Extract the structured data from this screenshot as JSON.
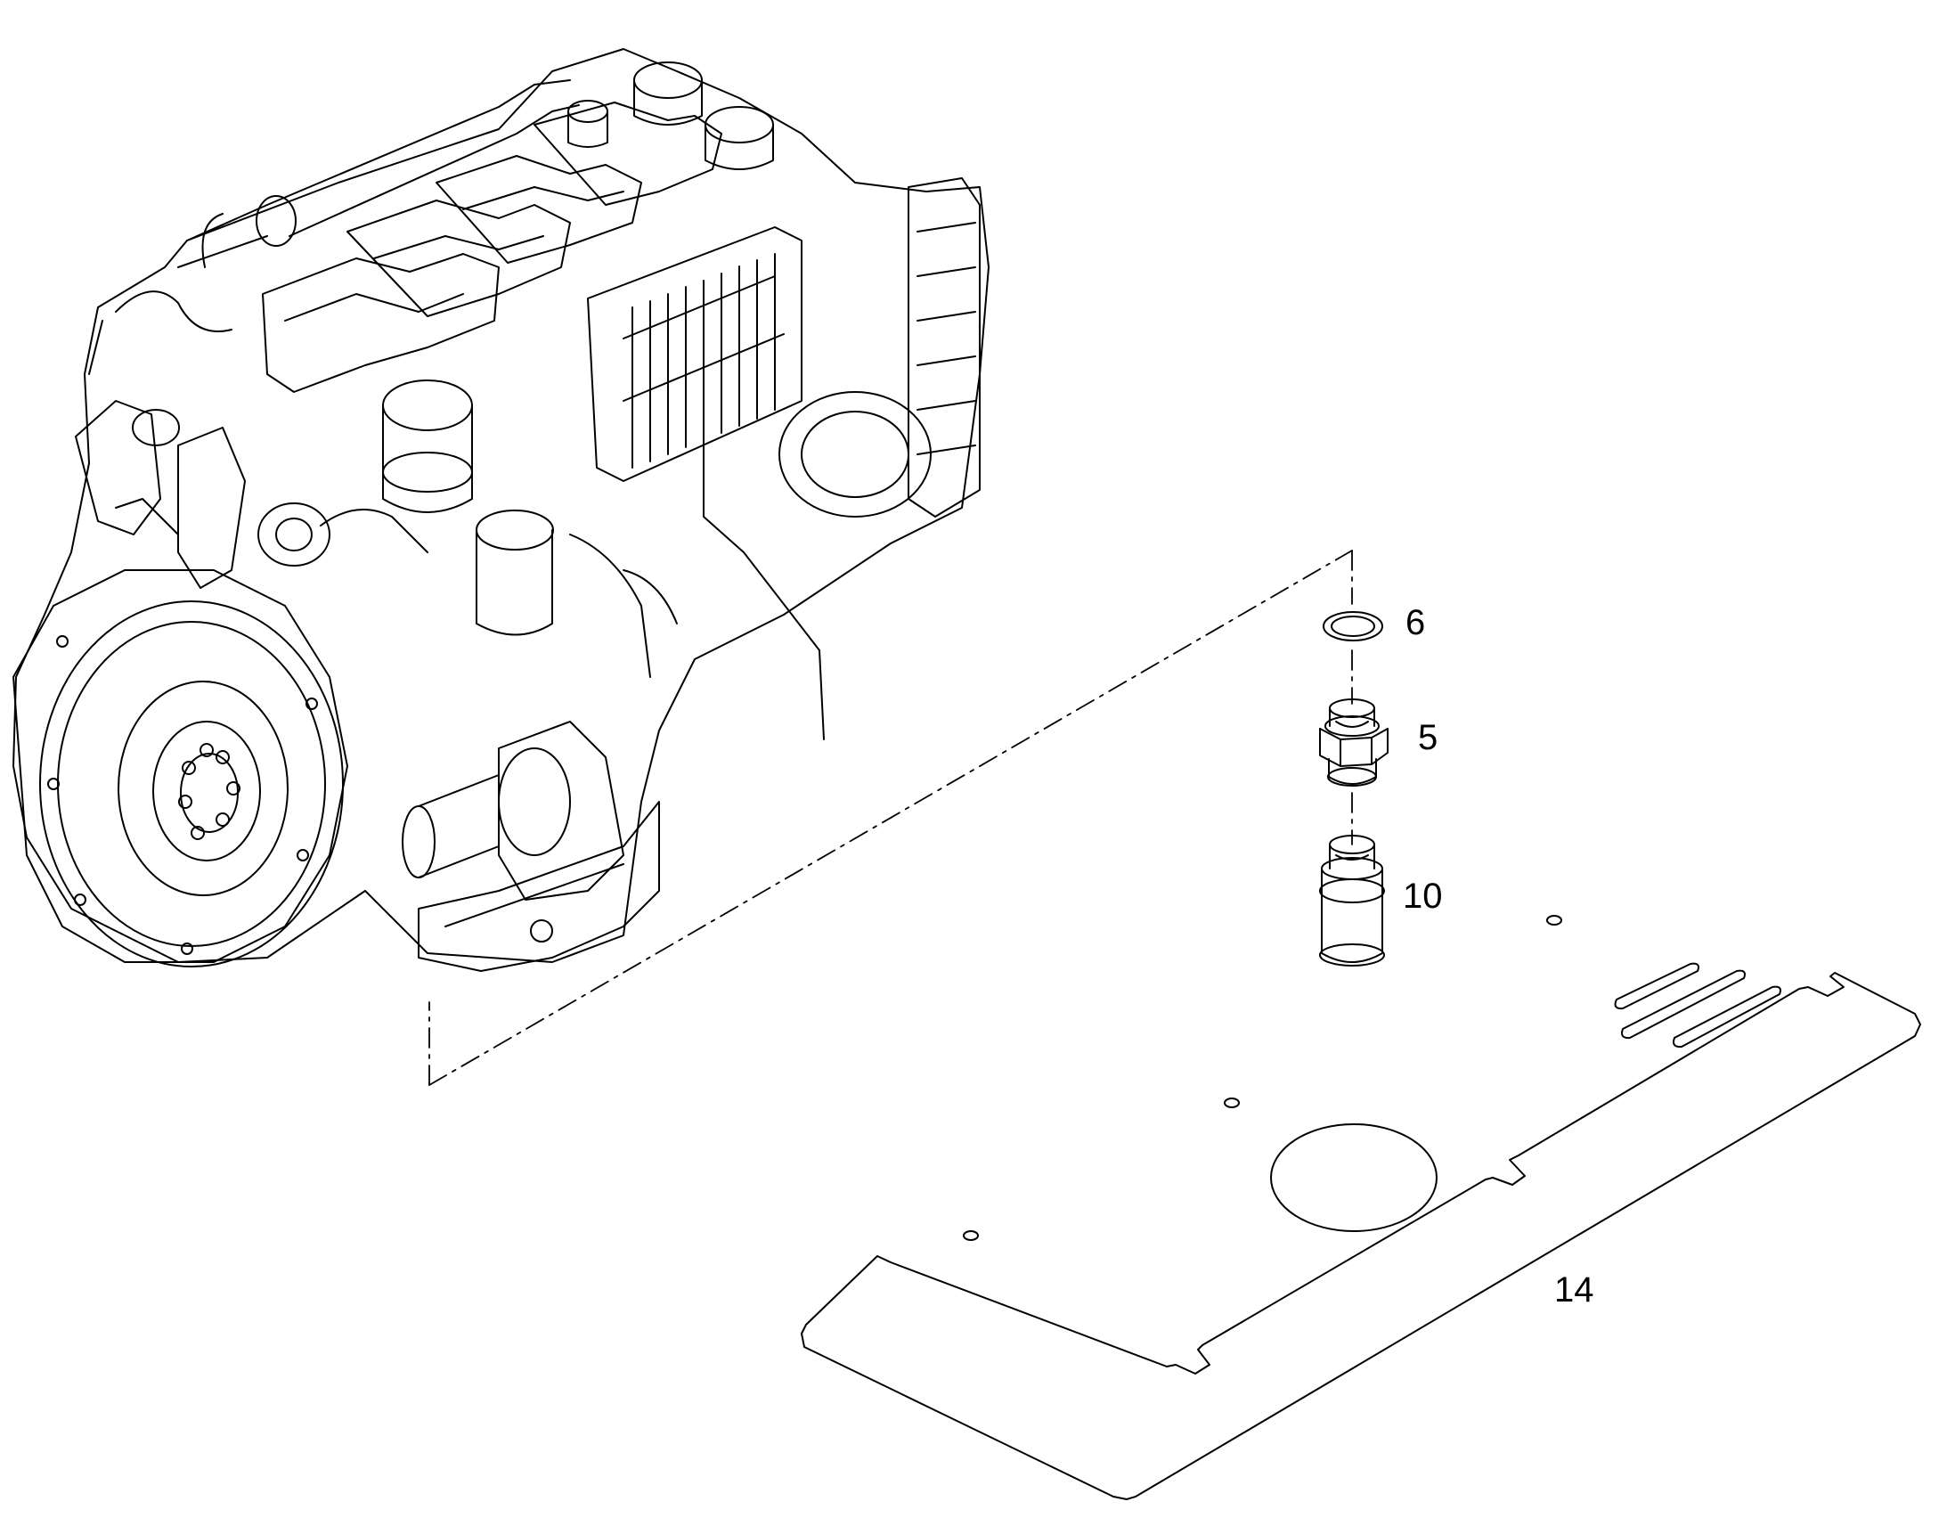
{
  "callouts": {
    "ring": "6",
    "adapter": "5",
    "plug": "10",
    "plate": "14"
  },
  "colors": {
    "line": "#000000",
    "background": "#ffffff"
  }
}
